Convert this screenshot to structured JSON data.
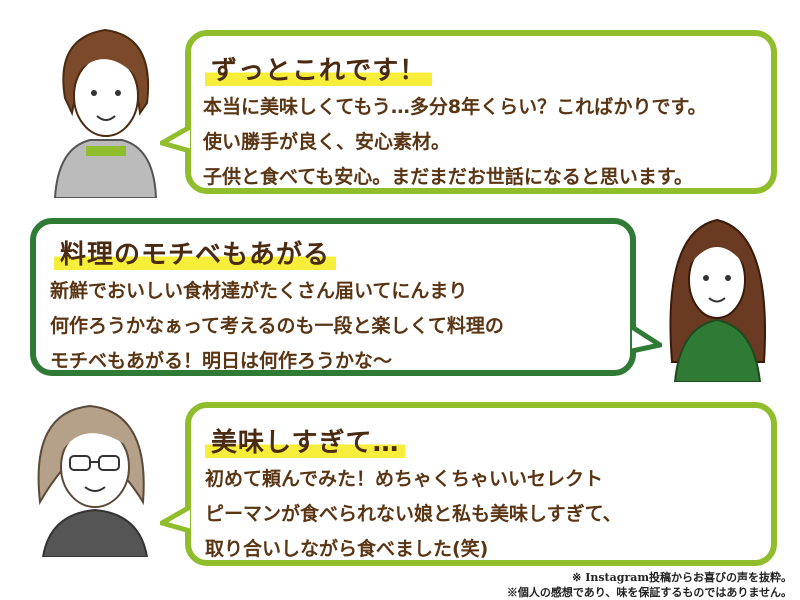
{
  "testimonials": [
    {
      "title": "ずっとこれです！",
      "lines": [
        "本当に美味しくてもう…多分8年くらい？こればかりです。",
        "使い勝手が良く、安心素材。",
        "子供と食べても安心。まだまだお世話になると思います。"
      ]
    },
    {
      "title": "料理のモチベもあがる",
      "lines": [
        "新鮮でおいしい食材達がたくさん届いてにんまり",
        "何作ろうかなぁって考えるのも一段と楽しくて料理の",
        "モチベもあがる！明日は何作ろうかな〜"
      ]
    },
    {
      "title": "美味しすぎて…",
      "lines": [
        "初めて頼んでみた！めちゃくちゃいいセレクト",
        "ピーマンが食べられない娘と私も美味しすぎて、",
        "取り合いしながら食べました(笑)"
      ]
    }
  ],
  "notes": [
    "※ Instagram投稿からお喜びの声を抜粋。",
    "※個人の感想であり、味を保証するものではありません。"
  ],
  "colors": {
    "light_green": "#8fbd2c",
    "dark_green": "#2f7b35",
    "highlight": "#f6ee3b",
    "text": "#5a3514"
  }
}
